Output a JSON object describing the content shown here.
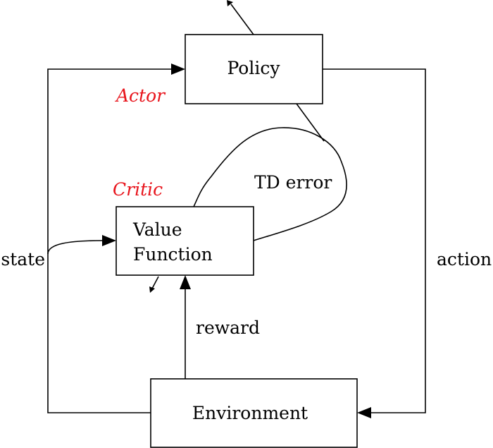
{
  "nodes": {
    "policy": "Policy",
    "value_function": [
      "Value",
      "Function"
    ],
    "environment": "Environment"
  },
  "roles": {
    "actor": "Actor",
    "critic": "Critic",
    "color": "#e8141c"
  },
  "edges": {
    "state": "state",
    "action": "action",
    "reward": "reward",
    "td_error": "TD error"
  }
}
